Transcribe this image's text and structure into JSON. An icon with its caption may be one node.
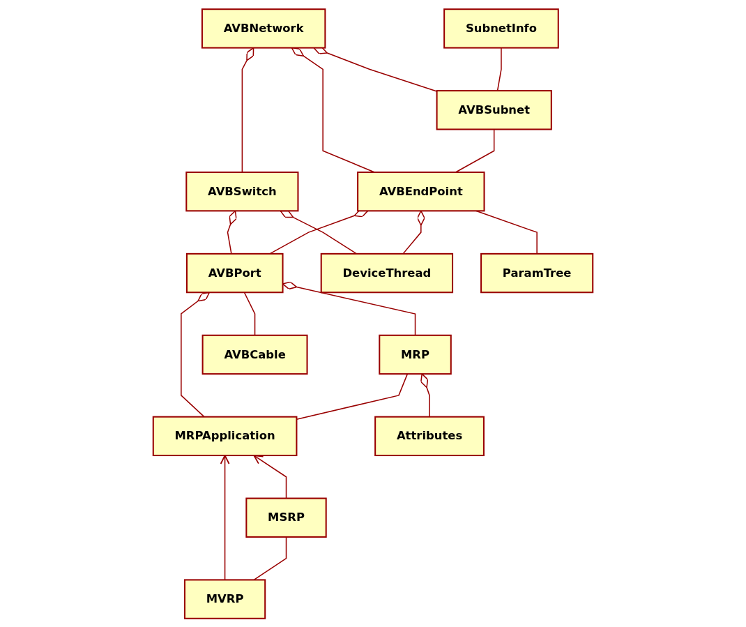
{
  "diagram": {
    "nodes": [
      {
        "text": [
          "AVBNetwork"
        ]
      },
      {
        "text": [
          "SubnetInfo"
        ]
      },
      {
        "text": [
          "AVBSwitch"
        ]
      },
      {
        "text": [
          "AVBSubnet"
        ]
      },
      {
        "text": [
          "AVBPort"
        ]
      },
      {
        "text": [
          "AVBEndPoint"
        ]
      },
      {
        "text": [
          "DeviceThread"
        ]
      },
      {
        "text": [
          "MRP"
        ]
      },
      {
        "text": [
          "ParamTree"
        ]
      },
      {
        "text": [
          "MRPApplication"
        ]
      },
      {
        "text": [
          "AVBCable"
        ]
      },
      {
        "text": [
          "Attributes"
        ]
      },
      {
        "text": [
          "MSRP"
        ]
      },
      {
        "text": [
          "MVRP"
        ]
      }
    ],
    "edges": [
      {
        "from": 0,
        "to": 2,
        "arrow": "other"
      },
      {
        "from": 0,
        "to": 5,
        "arrow": "other"
      },
      {
        "from": 0,
        "to": 3,
        "arrow": "other"
      },
      {
        "from": 1,
        "to": 3,
        "arrow": "none"
      },
      {
        "from": 2,
        "to": 6,
        "arrow": "other"
      },
      {
        "from": 2,
        "to": 4,
        "arrow": "other"
      },
      {
        "from": 3,
        "to": 5,
        "arrow": "none"
      },
      {
        "from": 5,
        "to": 4,
        "arrow": "other"
      },
      {
        "from": 5,
        "to": 6,
        "arrow": "other"
      },
      {
        "from": 4,
        "to": 7,
        "arrow": "other"
      },
      {
        "from": 4,
        "to": 9,
        "arrow": "other"
      },
      {
        "from": 4,
        "to": 10,
        "arrow": "none"
      },
      {
        "from": 5,
        "to": 8,
        "arrow": "none"
      },
      {
        "from": 7,
        "to": 9,
        "arrow": "none"
      },
      {
        "from": 7,
        "to": 11,
        "arrow": "other"
      },
      {
        "from": 12,
        "to": 9,
        "arrow": "to"
      },
      {
        "from": 13,
        "to": 9,
        "arrow": "to"
      },
      {
        "from": 12,
        "to": 13,
        "arrow": "none"
      }
    ]
  }
}
